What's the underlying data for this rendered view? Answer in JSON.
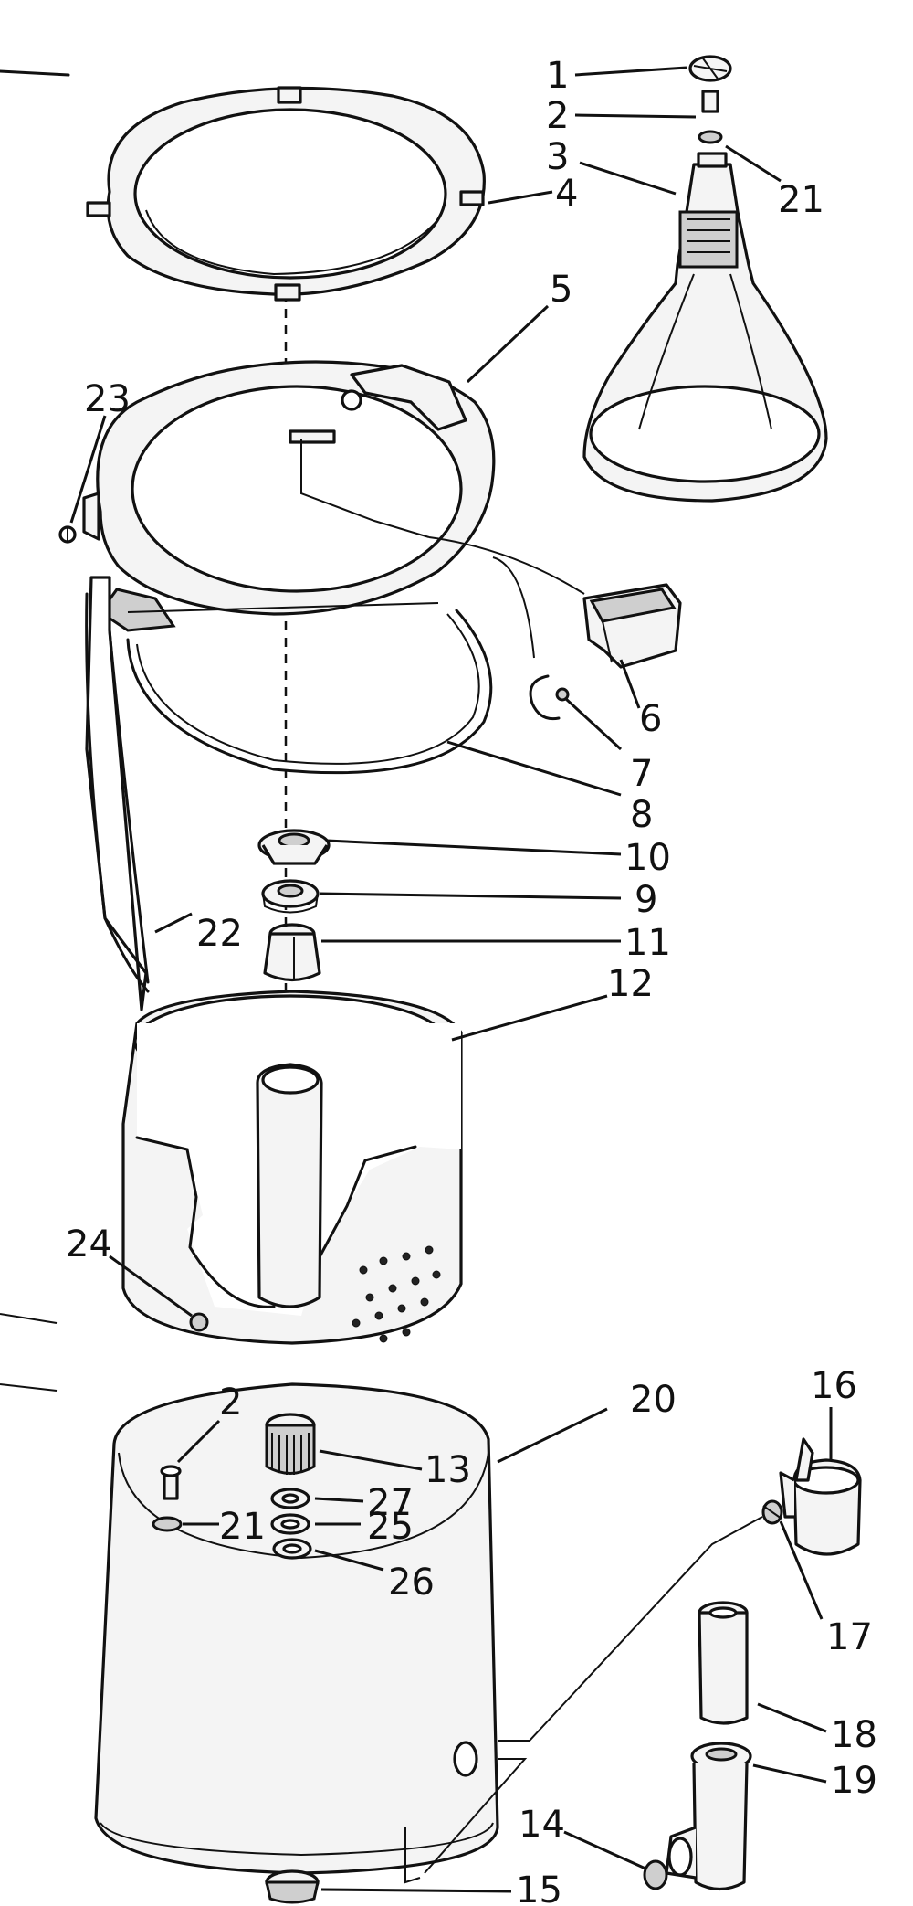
{
  "callouts": [
    {
      "id": "p1",
      "text": "1"
    },
    {
      "id": "p2a",
      "text": "2"
    },
    {
      "id": "p3",
      "text": "3"
    },
    {
      "id": "p21a",
      "text": "21"
    },
    {
      "id": "p4",
      "text": "4"
    },
    {
      "id": "p5",
      "text": "5"
    },
    {
      "id": "p23",
      "text": "23"
    },
    {
      "id": "p6",
      "text": "6"
    },
    {
      "id": "p7",
      "text": "7"
    },
    {
      "id": "p8",
      "text": "8"
    },
    {
      "id": "p10",
      "text": "10"
    },
    {
      "id": "p9",
      "text": "9"
    },
    {
      "id": "p11",
      "text": "11"
    },
    {
      "id": "p22",
      "text": "22"
    },
    {
      "id": "p12",
      "text": "12"
    },
    {
      "id": "p24",
      "text": "24"
    },
    {
      "id": "p16",
      "text": "16"
    },
    {
      "id": "p20",
      "text": "20"
    },
    {
      "id": "p2b",
      "text": "2"
    },
    {
      "id": "p13",
      "text": "13"
    },
    {
      "id": "p27",
      "text": "27"
    },
    {
      "id": "p21b",
      "text": "21"
    },
    {
      "id": "p25",
      "text": "25"
    },
    {
      "id": "p26",
      "text": "26"
    },
    {
      "id": "p17",
      "text": "17"
    },
    {
      "id": "p18",
      "text": "18"
    },
    {
      "id": "p19",
      "text": "19"
    },
    {
      "id": "p14",
      "text": "14"
    },
    {
      "id": "p15",
      "text": "15"
    }
  ]
}
